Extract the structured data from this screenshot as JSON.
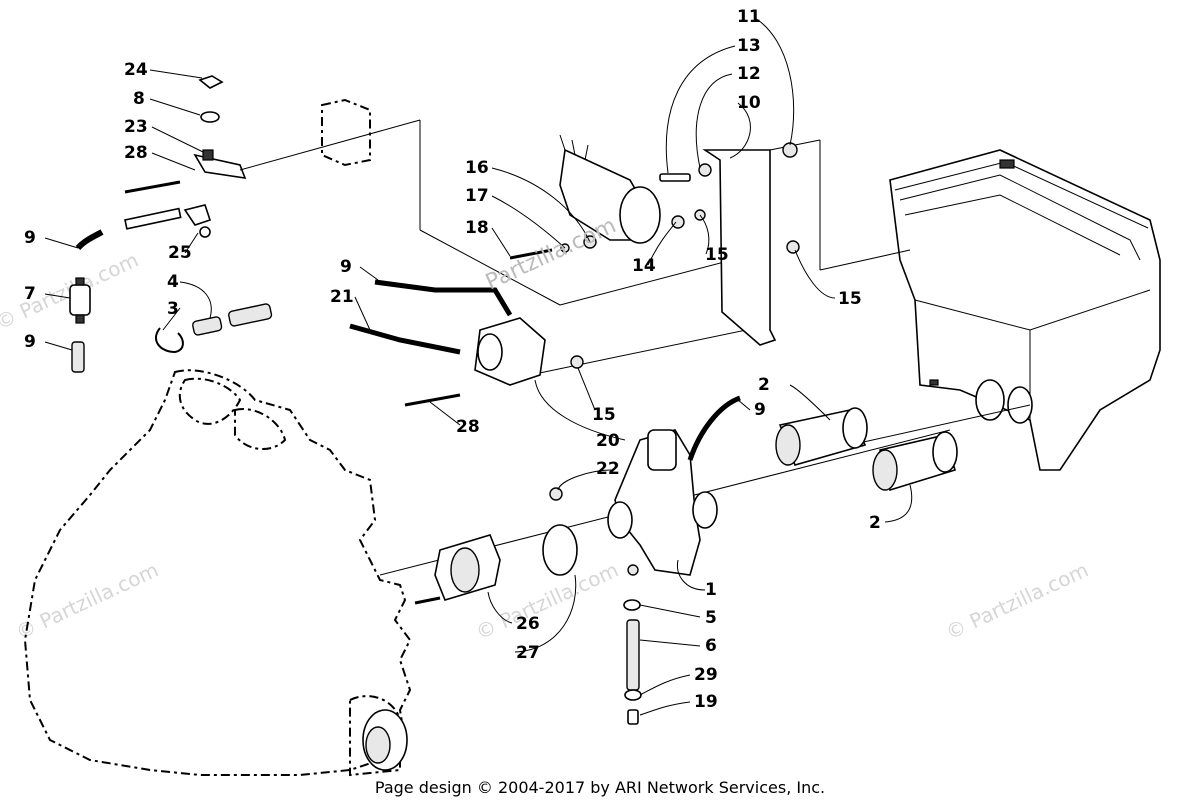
{
  "footer": "Page design © 2004-2017 by ARI Network Services, Inc.",
  "watermark": "© Partzilla.com",
  "watermark_center": "Partzilla.com",
  "callouts": [
    {
      "id": "c24",
      "text": "24"
    },
    {
      "id": "c8",
      "text": "8"
    },
    {
      "id": "c23",
      "text": "23"
    },
    {
      "id": "c28a",
      "text": "28"
    },
    {
      "id": "c9a",
      "text": "9"
    },
    {
      "id": "c25",
      "text": "25"
    },
    {
      "id": "c7",
      "text": "7"
    },
    {
      "id": "c4",
      "text": "4"
    },
    {
      "id": "c3",
      "text": "3"
    },
    {
      "id": "c9b",
      "text": "9"
    },
    {
      "id": "c11",
      "text": "11"
    },
    {
      "id": "c13",
      "text": "13"
    },
    {
      "id": "c12",
      "text": "12"
    },
    {
      "id": "c10",
      "text": "10"
    },
    {
      "id": "c16",
      "text": "16"
    },
    {
      "id": "c17",
      "text": "17"
    },
    {
      "id": "c18",
      "text": "18"
    },
    {
      "id": "c14",
      "text": "14"
    },
    {
      "id": "c15a",
      "text": "15"
    },
    {
      "id": "c9c",
      "text": "9"
    },
    {
      "id": "c21",
      "text": "21"
    },
    {
      "id": "c15b",
      "text": "15"
    },
    {
      "id": "c15c",
      "text": "15"
    },
    {
      "id": "c28b",
      "text": "28"
    },
    {
      "id": "c20",
      "text": "20"
    },
    {
      "id": "c2a",
      "text": "2"
    },
    {
      "id": "c9d",
      "text": "9"
    },
    {
      "id": "c22",
      "text": "22"
    },
    {
      "id": "c2b",
      "text": "2"
    },
    {
      "id": "c1",
      "text": "1"
    },
    {
      "id": "c5",
      "text": "5"
    },
    {
      "id": "c26",
      "text": "26"
    },
    {
      "id": "c6",
      "text": "6"
    },
    {
      "id": "c27",
      "text": "27"
    },
    {
      "id": "c29",
      "text": "29"
    },
    {
      "id": "c19",
      "text": "19"
    }
  ]
}
